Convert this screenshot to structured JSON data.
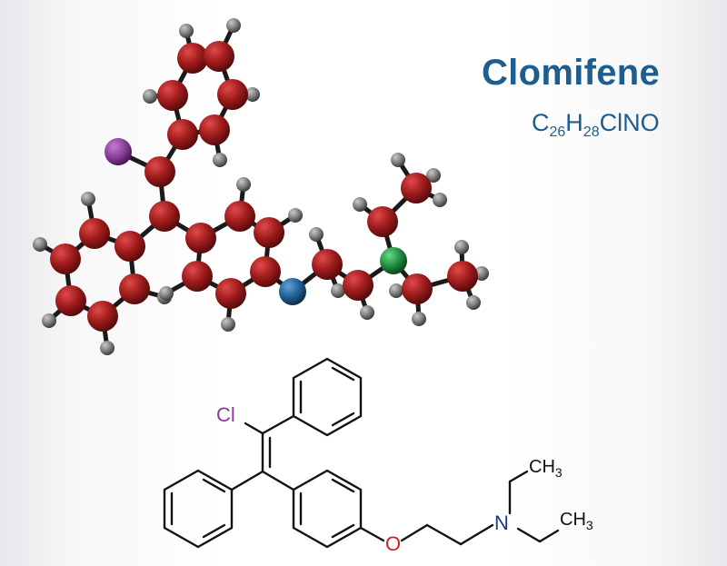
{
  "title": "Clomifene",
  "formula": {
    "parts": [
      {
        "text": "C",
        "sub": "26"
      },
      {
        "text": "H",
        "sub": "28"
      },
      {
        "text": "ClNO",
        "sub": ""
      }
    ]
  },
  "structure_labels": {
    "chlorine": "Cl",
    "oxygen": "O",
    "nitrogen": "N",
    "methyl_top": "CH",
    "methyl_top_sub": "3",
    "methyl_bottom": "CH",
    "methyl_bottom_sub": "3"
  },
  "colors": {
    "title": "#1f5d8f",
    "carbon": "#9b1d1d",
    "hydrogen": "#7a7a7a",
    "chlorine": "#8a3d97",
    "oxygen": "#1f5d8f",
    "nitrogen": "#1f8a3d",
    "bond": "#111111",
    "chlorine_label": "#8a3d97",
    "oxygen_label": "#cc2222",
    "nitrogen_label": "#1a3c88"
  }
}
